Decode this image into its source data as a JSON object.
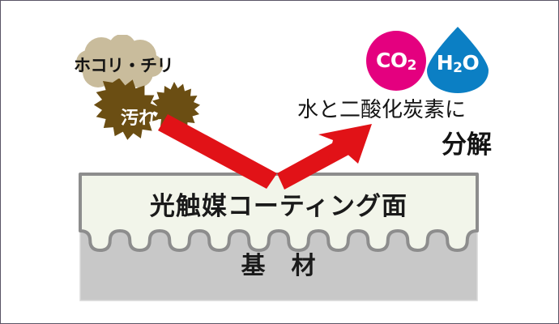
{
  "figure": {
    "background_color": "#ffffff",
    "border_color": "#5a5566"
  },
  "dust": {
    "label": "ホコリ・チリ",
    "cloud_color": "#c9bc9c",
    "icon": "dust-cloud-icon"
  },
  "dirt": {
    "label": "汚れ",
    "burst_color": "#6b4e13",
    "label_color": "#ffffff",
    "icon": "dirt-burst-icon",
    "small_icon": "dirt-burst-small-icon"
  },
  "arrow": {
    "color": "#e11217",
    "icon": "bounce-arrow-icon",
    "description": "red-v-bounce-arrow"
  },
  "molecules": [
    {
      "name": "carbon-dioxide",
      "formula_main": "CO",
      "formula_sub": "2",
      "shape": "circle",
      "color": "#e4007f"
    },
    {
      "name": "water",
      "formula_main": "H",
      "formula_sub": "2",
      "formula_tail": "O",
      "shape": "droplet",
      "color": "#0b7fc4"
    }
  ],
  "caption": {
    "line1": "水と二酸化炭素に",
    "line2": "分解",
    "color": "#141414"
  },
  "layers": {
    "coating": {
      "label": "光触媒コーティング面",
      "fill_color": "#f2f5ea",
      "border_color": "#8d8d8d",
      "text_color": "#1a1a1a"
    },
    "substrate": {
      "label": "基　材",
      "fill_color": "#c8c8c8",
      "border_color": "#d6d6d6",
      "text_color": "#1a1a1a"
    }
  }
}
